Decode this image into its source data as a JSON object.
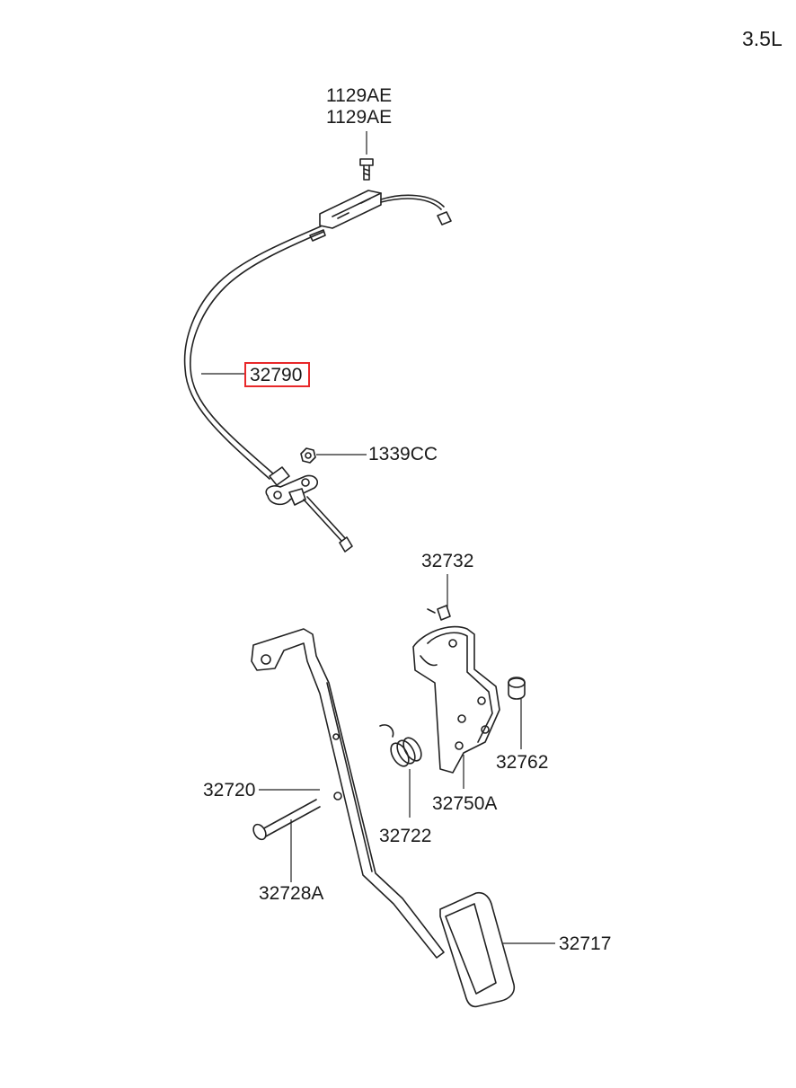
{
  "engine_label": "3.5L",
  "highlight_color": "#e8282a",
  "parts": {
    "bolt_top_1": "1129AE",
    "bolt_top_2": "1129AE",
    "cable": "32790",
    "nut_cable": "1339CC",
    "stopper": "32732",
    "pedal_arm": "32720",
    "spring": "32722",
    "bracket": "32750A",
    "bushing": "32762",
    "pin": "32728A",
    "pedal_pad": "32717"
  },
  "highlighted_part": "32790"
}
